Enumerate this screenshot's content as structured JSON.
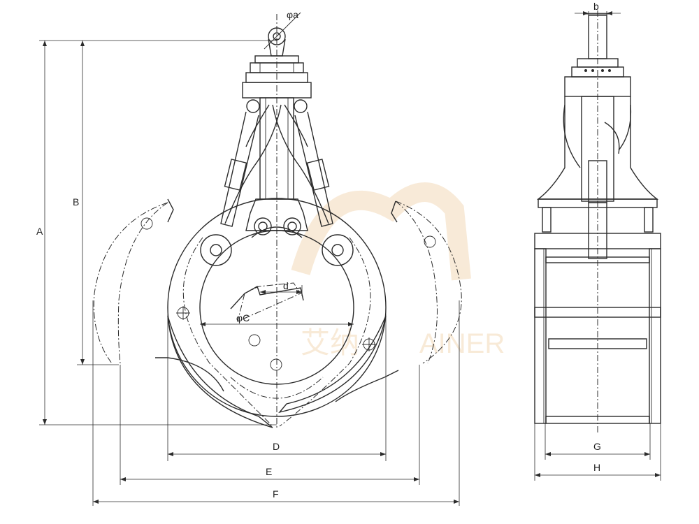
{
  "labels": {
    "A": "A",
    "B": "B",
    "D": "D",
    "E": "E",
    "F": "F",
    "G": "G",
    "H": "H",
    "a": "φa",
    "b": "b",
    "c": "φC",
    "d": "d"
  },
  "watermark": {
    "text_cn": "艾纳",
    "text_en": "AINER",
    "color": "#f3d9b8"
  },
  "colors": {
    "line": "#2b2b2b",
    "background": "#ffffff"
  }
}
